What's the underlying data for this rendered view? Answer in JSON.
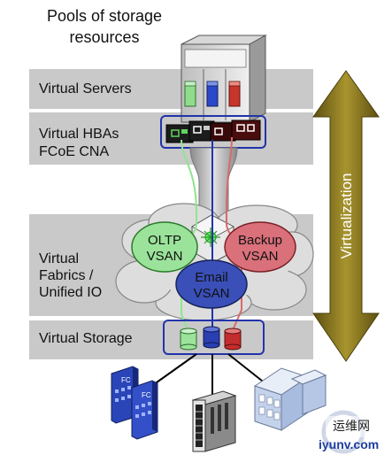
{
  "title": {
    "line1": "Pools of storage",
    "line2": "resources"
  },
  "layers": {
    "servers": "Virtual Servers",
    "hbas_line1": "Virtual HBAs",
    "hbas_line2": "FCoE CNA",
    "fabrics_line1": "Virtual",
    "fabrics_line2": "Fabrics /",
    "fabrics_line3": "Unified IO",
    "storage": "Virtual Storage"
  },
  "vsans": {
    "oltp_line1": "OLTP",
    "oltp_line2": "VSAN",
    "backup_line1": "Backup",
    "backup_line2": "VSAN",
    "email_line1": "Email",
    "email_line2": "VSAN"
  },
  "arrow_label": "Virtualization",
  "fc_label": "FC",
  "watermark": {
    "brand": "iyunv.com",
    "cn": "运维网"
  },
  "colors": {
    "band": "#c9c9c9",
    "oltp": "#9be39b",
    "backup": "#d9707a",
    "email": "#3a4fb8",
    "arrow": "#8c7a1e",
    "cloud": "#dddddd"
  }
}
